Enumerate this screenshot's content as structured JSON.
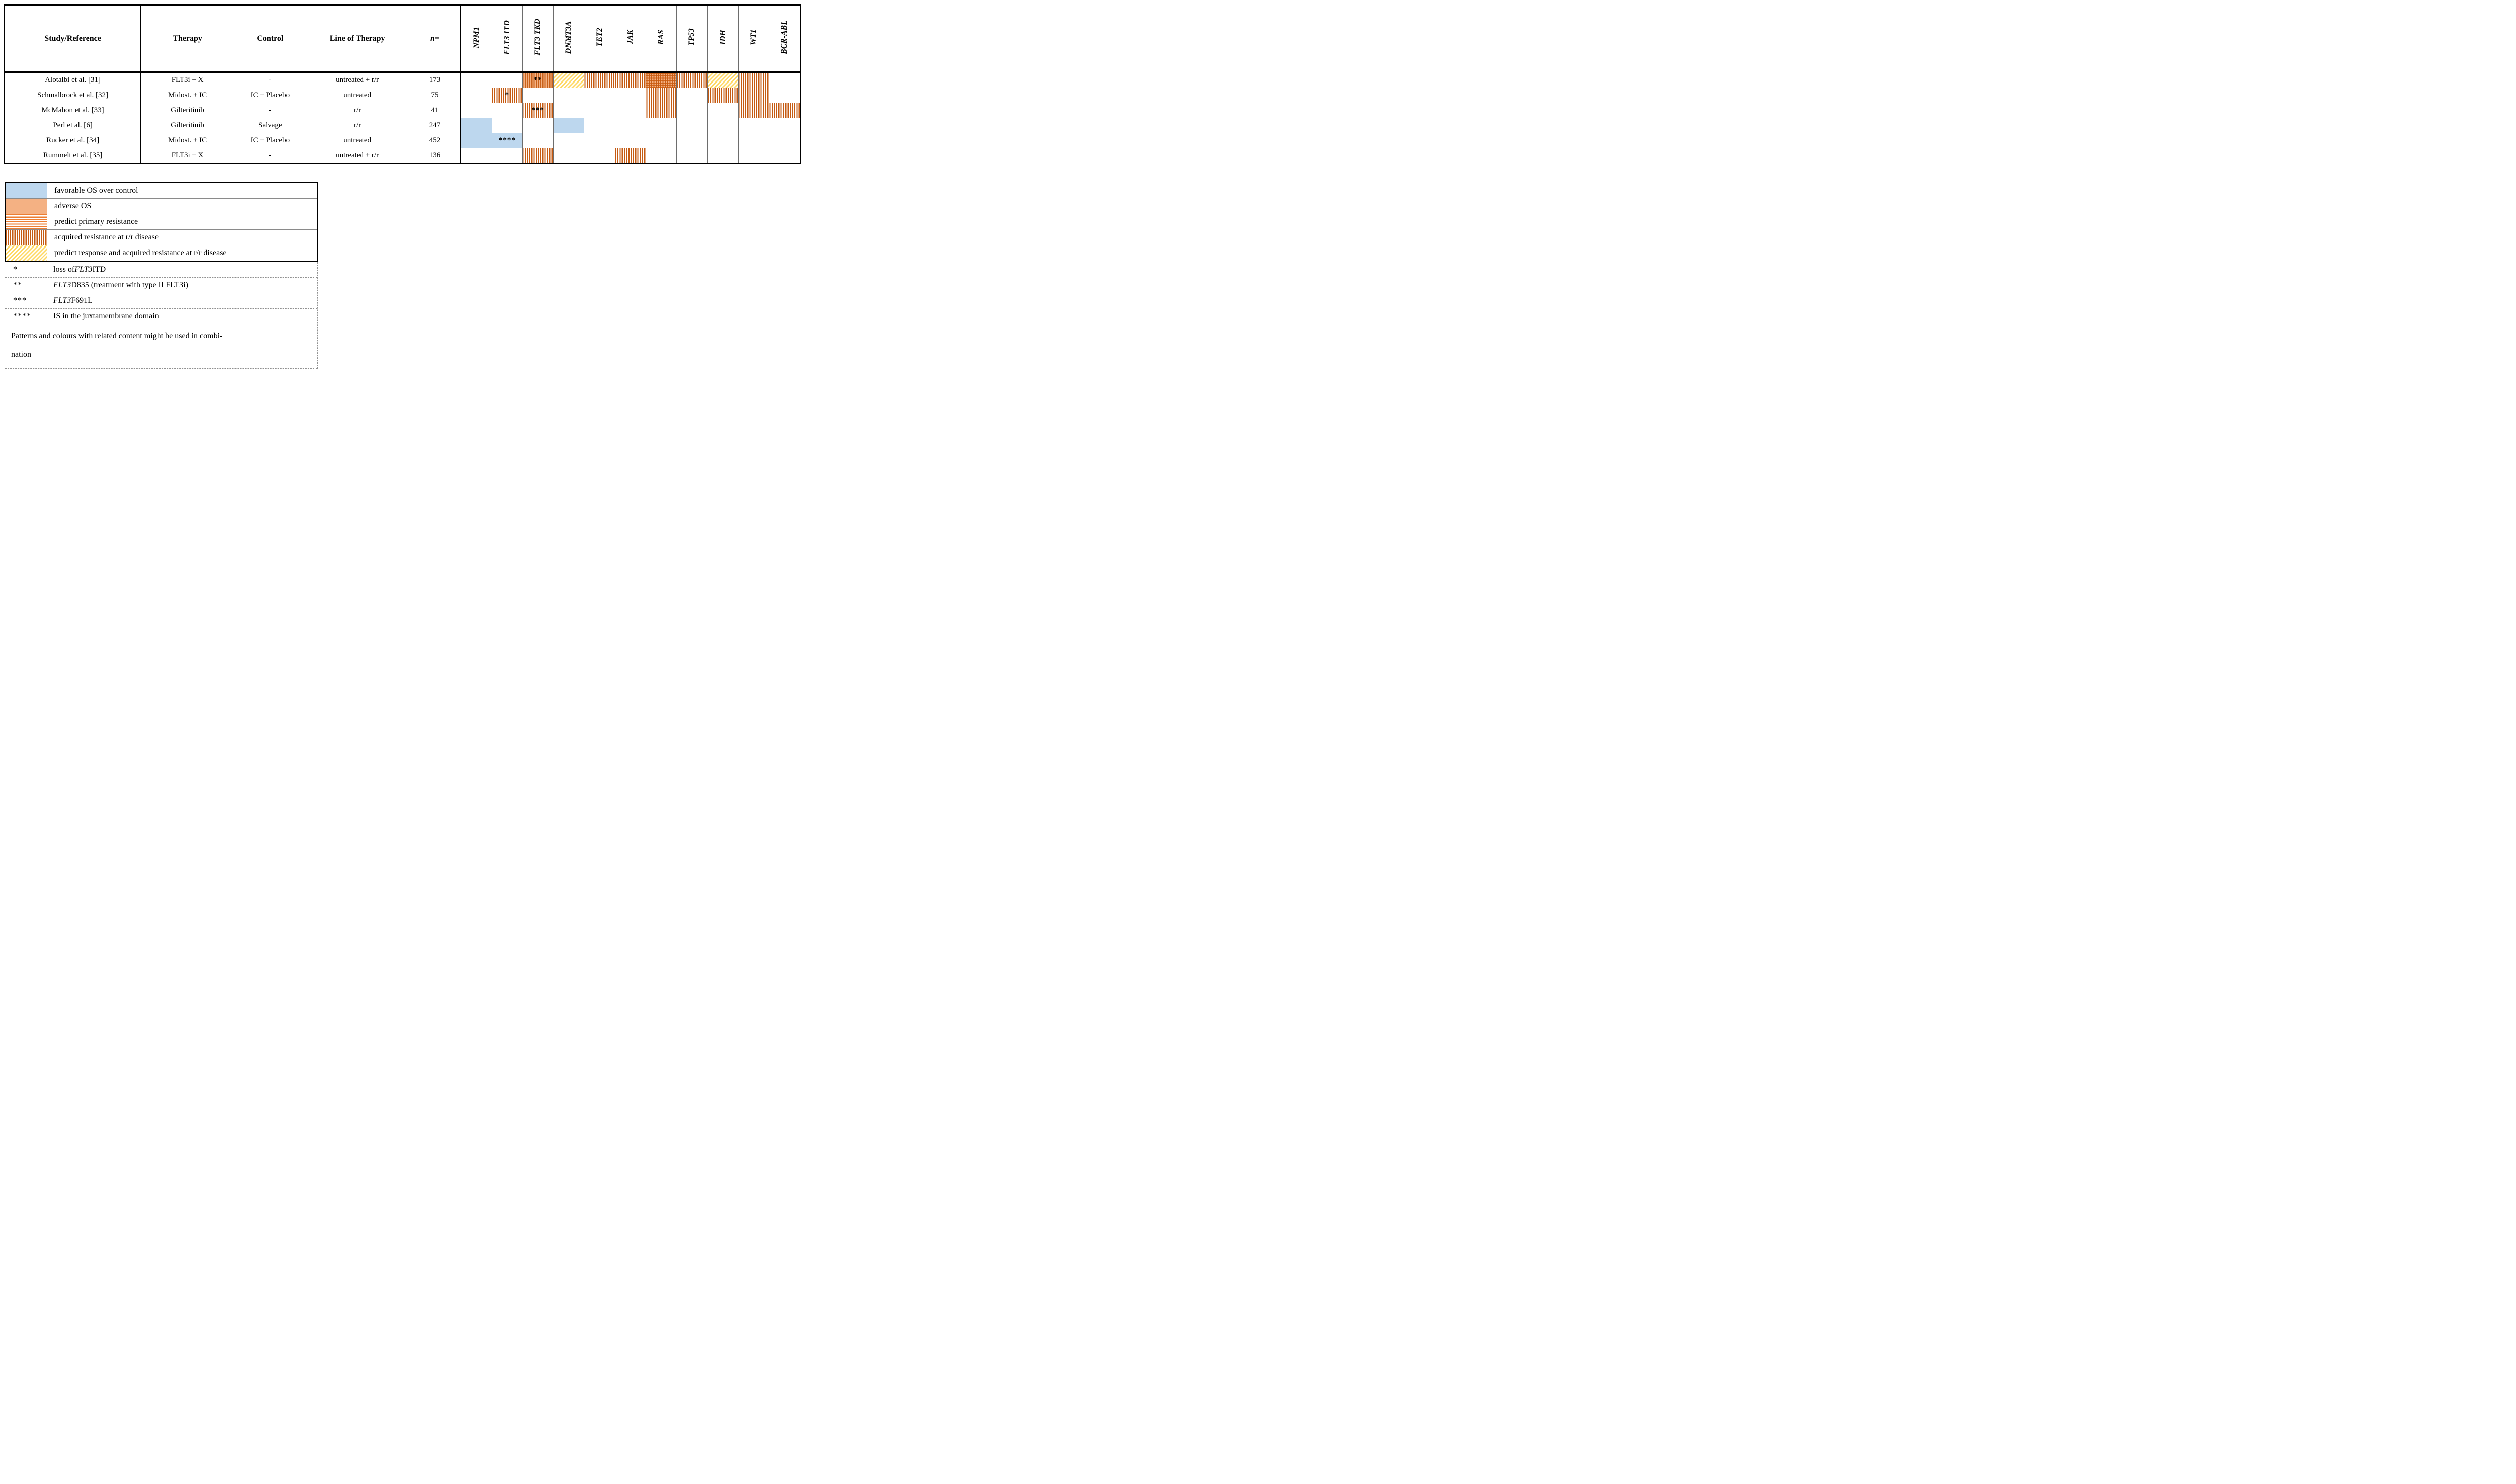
{
  "colors": {
    "favorable_blue": "#BDD7EE",
    "adverse_orange": "#F4B183",
    "stripe_dark_orange": "#C55A11",
    "stripe_mid_orange": "#ED7D31",
    "response_yellow": "#FFD966"
  },
  "matrix_table": {
    "column_headers": [
      {
        "parts": [
          {
            "t": "Study/Reference"
          }
        ]
      },
      {
        "parts": [
          {
            "t": "Therapy"
          }
        ]
      },
      {
        "parts": [
          {
            "t": "Control"
          }
        ]
      },
      {
        "parts": [
          {
            "t": "Line of Therapy"
          }
        ]
      },
      {
        "parts": [
          {
            "t": "n",
            "italic": true
          },
          {
            "t": "="
          }
        ]
      }
    ],
    "gene_headers": [
      "NPM1",
      "FLT3 ITD",
      "FLT3 TKD",
      "DNMT3A",
      "TET2",
      "JAK",
      "RAS",
      "TP53",
      "IDH",
      "WT1",
      "BCR-ABL"
    ],
    "pattern_key": {
      "b": "blue solid = favorable OS over control",
      "o": "orange solid = adverse OS",
      "h": "orange horizontal stripes = predict primary resistance",
      "v": "orange vertical stripes = acquired resistance at r/r disease",
      "d": "yellow diagonal stripes = predict response and acquired resistance at r/r disease",
      "ov": "orange solid + vertical stripes (combination)",
      "g": "orange solid + horizontal + vertical stripes (combination)"
    },
    "rows": [
      {
        "study": "Alotaibi et al. [31]",
        "therapy": "FLT3i + X",
        "control": "-",
        "line_of_therapy": "untreated + r/r",
        "n": "173",
        "gene_cells": [
          null,
          null,
          {
            "p": "ov",
            "m": "**"
          },
          {
            "p": "d"
          },
          {
            "p": "v"
          },
          {
            "p": "v"
          },
          {
            "p": "g"
          },
          {
            "p": "v"
          },
          {
            "p": "d"
          },
          {
            "p": "v"
          },
          null
        ]
      },
      {
        "study": "Schmalbrock et al. [32]",
        "therapy": "Midost. + IC",
        "control": "IC + Placebo",
        "line_of_therapy": "untreated",
        "n": "75",
        "gene_cells": [
          null,
          {
            "p": "v",
            "m": "*"
          },
          null,
          null,
          null,
          null,
          {
            "p": "v"
          },
          null,
          {
            "p": "v"
          },
          {
            "p": "v"
          },
          null
        ]
      },
      {
        "study": "McMahon et al. [33]",
        "therapy": "Gilteritinib",
        "control": "-",
        "line_of_therapy": "r/r",
        "n": "41",
        "gene_cells": [
          null,
          null,
          {
            "p": "v",
            "m": "***"
          },
          null,
          null,
          null,
          {
            "p": "v"
          },
          null,
          null,
          {
            "p": "v"
          },
          {
            "p": "v"
          }
        ]
      },
      {
        "study": "Perl et al. [6]",
        "therapy": "Gilteritinib",
        "control": "Salvage",
        "line_of_therapy": "r/r",
        "n": "247",
        "gene_cells": [
          {
            "p": "b"
          },
          null,
          null,
          {
            "p": "b"
          },
          null,
          null,
          null,
          null,
          null,
          null,
          null
        ]
      },
      {
        "study": "Rucker et al. [34]",
        "therapy": "Midost. + IC",
        "control": "IC + Placebo",
        "line_of_therapy": "untreated",
        "n": "452",
        "gene_cells": [
          {
            "p": "b"
          },
          {
            "p": "b",
            "m": "****"
          },
          null,
          null,
          null,
          null,
          null,
          null,
          null,
          null,
          null
        ]
      },
      {
        "study": "Rummelt et al. [35]",
        "therapy": "FLT3i + X",
        "control": "-",
        "line_of_therapy": "untreated + r/r",
        "n": "136",
        "gene_cells": [
          null,
          null,
          {
            "p": "v"
          },
          null,
          null,
          {
            "p": "v"
          },
          null,
          null,
          null,
          null,
          null
        ]
      }
    ]
  },
  "legend": {
    "color_rows": [
      {
        "swatch": "b",
        "label": "favorable OS over control"
      },
      {
        "swatch": "o",
        "label": "adverse OS"
      },
      {
        "swatch": "h",
        "label": "predict primary resistance"
      },
      {
        "swatch": "v",
        "label": "acquired resistance at r/r disease"
      },
      {
        "swatch": "d",
        "label": "predict response and acquired resistance at r/r disease"
      }
    ],
    "footnote_rows": [
      {
        "symbol": "*",
        "parts": [
          {
            "t": "loss of "
          },
          {
            "t": "FLT3",
            "italic": true
          },
          {
            "t": " ITD"
          }
        ]
      },
      {
        "symbol": "**",
        "parts": [
          {
            "t": "FLT3",
            "italic": true
          },
          {
            "t": " D835 (treatment with type II FLT3i)"
          }
        ]
      },
      {
        "symbol": "***",
        "parts": [
          {
            "t": "FLT3",
            "italic": true
          },
          {
            "t": " F691L"
          }
        ]
      },
      {
        "symbol": "****",
        "parts": [
          {
            "t": "IS in the juxtamembrane domain"
          }
        ]
      }
    ],
    "note_lines": [
      "Patterns and colours with related content might be used in combi-",
      "nation"
    ]
  }
}
